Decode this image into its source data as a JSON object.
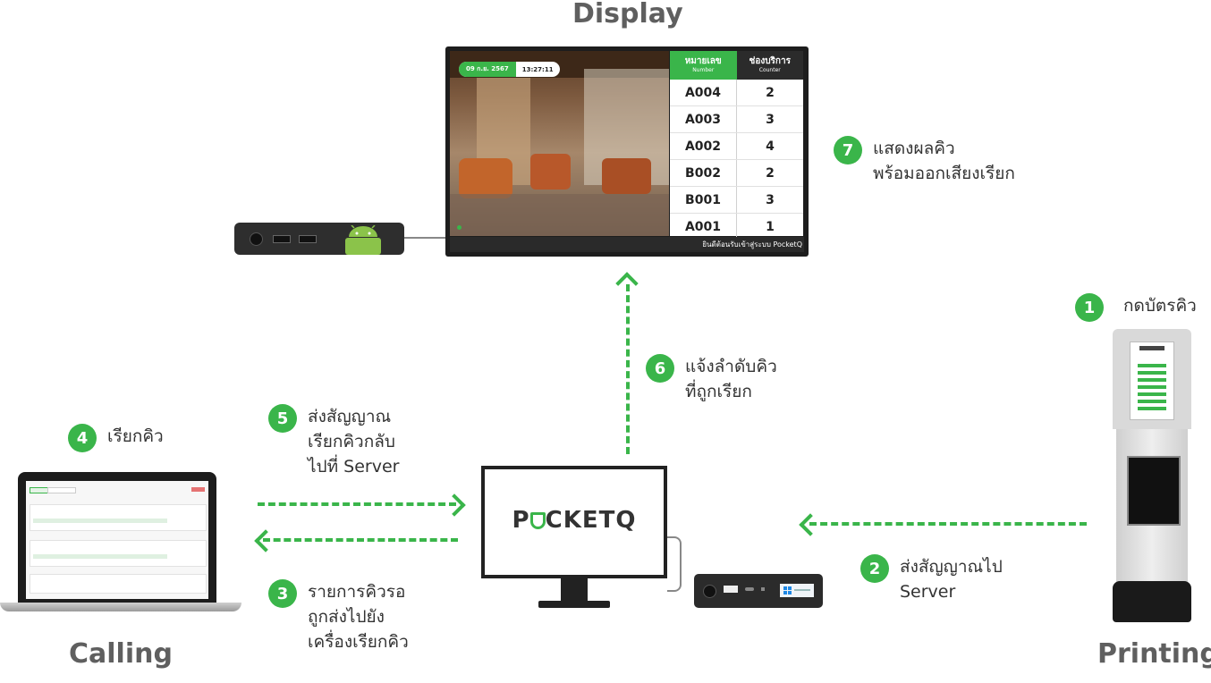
{
  "titles": {
    "display": "Display",
    "calling": "Calling",
    "printing": "Printing"
  },
  "steps": [
    {
      "num": "1",
      "text": "กดบัตรคิว"
    },
    {
      "num": "2",
      "text": "ส่งสัญญาณไป\nServer"
    },
    {
      "num": "3",
      "text": "รายการคิวรอ\nถูกส่งไปยัง\nเครื่องเรียกคิว"
    },
    {
      "num": "4",
      "text": "เรียกคิว"
    },
    {
      "num": "5",
      "text": "ส่งสัญญาณ\nเรียกคิวกลับ\nไปที่ Server"
    },
    {
      "num": "6",
      "text": "แจ้งลำดับคิว\nที่ถูกเรียก"
    },
    {
      "num": "7",
      "text": "แสดงผลคิว\nพร้อมออกเสียงเรียก"
    }
  ],
  "display_screen": {
    "date": "09 ก.ย. 2567",
    "time": "13:27:11",
    "header_number": "หมายเลข",
    "header_number_sub": "Number",
    "header_counter": "ช่องบริการ",
    "header_counter_sub": "Counter",
    "rows": [
      {
        "number": "A004",
        "counter": "2"
      },
      {
        "number": "A003",
        "counter": "3"
      },
      {
        "number": "A002",
        "counter": "4"
      },
      {
        "number": "B002",
        "counter": "2"
      },
      {
        "number": "B001",
        "counter": "3"
      },
      {
        "number": "A001",
        "counter": "1"
      }
    ],
    "ticker": "ยินดีต้อนรับเข้าสู่ระบบ PocketQ"
  },
  "server": {
    "logo_left": "P",
    "logo_right": "CKETQ"
  },
  "colors": {
    "accent": "#3ab54a",
    "title_gray": "#5f5f5f",
    "dark_device": "#2b2b2b"
  },
  "icons": [
    "android-icon",
    "windows-icon",
    "pocketq-logo-icon"
  ]
}
